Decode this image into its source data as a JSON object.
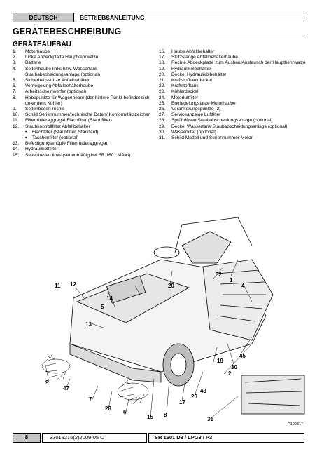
{
  "header": {
    "language": "DEUTSCH",
    "title": "BETRIEBSANLEITUNG"
  },
  "page_title": "GERÄTEBESCHREIBUNG",
  "section_title": "GERÄTEAUFBAU",
  "items_left": [
    {
      "num": "1.",
      "text": "Motorhaube"
    },
    {
      "num": "2.",
      "text": "Linke Abdeckplatte Hauptkehrwalze"
    },
    {
      "num": "3.",
      "text": "Batterie"
    },
    {
      "num": "4.",
      "text": "Seitenhaube links bzw. Wassertank Staubabscheidungsanlage (optional)"
    },
    {
      "num": "5.",
      "text": "Sicherheitsstütze Abfallbehälter"
    },
    {
      "num": "6.",
      "text": "Verriegelung Abfallbehälterhaube"
    },
    {
      "num": "7.",
      "text": "Arbeitsscheinwerfer (optional)"
    },
    {
      "num": "8.",
      "text": "Hebepunkte für Wagenheber (der hintere Punkt befindet sich unter dem Kühler)"
    },
    {
      "num": "9.",
      "text": "Seitenbesen rechts"
    },
    {
      "num": "10.",
      "text": "Schild Seriennummer/technische Daten/ Konformitätszeichen"
    },
    {
      "num": "11.",
      "text": "Filterrüttleraggregat Flachfilter (Staubfilter)"
    },
    {
      "num": "12.",
      "text": "Staubkontrollfilter Abfallbehälter"
    },
    {
      "num": "13.",
      "text": "Befestigungsknöpfe Filterrüttleraggregat"
    },
    {
      "num": "14.",
      "text": "Hydrauliköltfilter"
    },
    {
      "num": "15.",
      "text": "Seitenbesen links (serienmäßig bei SR 1601 MAXI)"
    }
  ],
  "item12_sub": [
    "Flachfilter (Staubfilter, Standard)",
    "Taschenfilter (optional)"
  ],
  "items_right": [
    {
      "num": "16.",
      "text": "Haube Abfallbehälter"
    },
    {
      "num": "17.",
      "text": "Stützstange Abfallbehälterhaube"
    },
    {
      "num": "18.",
      "text": "Rechte Abdeckplatte zum Ausbau/Austausch der Hauptkehrwalze"
    },
    {
      "num": "19.",
      "text": "Hydraulikölbehälter"
    },
    {
      "num": "20.",
      "text": "Deckel Hydraulikölbehälter"
    },
    {
      "num": "21.",
      "text": "Kraftstofftankdeckel"
    },
    {
      "num": "22.",
      "text": "Kraftstofftank"
    },
    {
      "num": "23.",
      "text": "Kühlerdeckel"
    },
    {
      "num": "24.",
      "text": "Motorluftfilter"
    },
    {
      "num": "25.",
      "text": "Entriegelungstaste Motorhaube"
    },
    {
      "num": "26.",
      "text": "Verankerungspunkte (3)"
    },
    {
      "num": "27.",
      "text": "Serviceanzeige Luftfilter"
    },
    {
      "num": "28.",
      "text": "Sprühdüsen Staubabscheidungsanlage (optional)"
    },
    {
      "num": "29.",
      "text": "Deckel Wassertank Staubabscheidungsanlage (optional)"
    },
    {
      "num": "30.",
      "text": "Wasserfilter (optional)"
    },
    {
      "num": "31.",
      "text": "Schild Modell und Seriennummer Motor"
    }
  ],
  "callouts": [
    "20",
    "32",
    "1",
    "4",
    "14",
    "5",
    "13",
    "12",
    "11",
    "45",
    "2",
    "19",
    "30",
    "9",
    "47",
    "7",
    "28",
    "6",
    "15",
    "8",
    "17",
    "26",
    "43",
    "31"
  ],
  "picture_code": "P100317",
  "footer": {
    "page": "8",
    "doc_code": "33019216(2)2009-05 C",
    "model": "SR 1601 D3 / LPG3 / P3"
  }
}
